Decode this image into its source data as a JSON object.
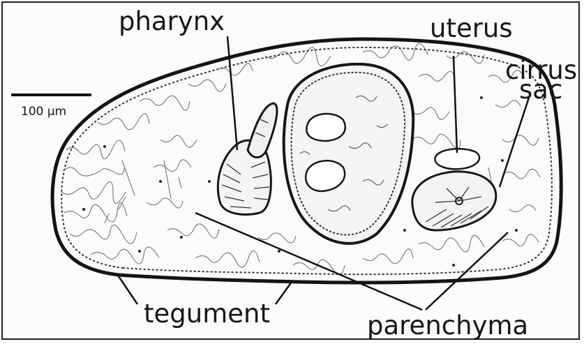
{
  "scale_bar": {
    "text": "100 µm"
  },
  "labels": {
    "pharynx": "pharynx",
    "uterus": "uterus",
    "cirrus_sac_line1": "cirrus",
    "cirrus_sac_line2": "sac",
    "tegument": "tegument",
    "parenchyma": "parenchyma"
  }
}
